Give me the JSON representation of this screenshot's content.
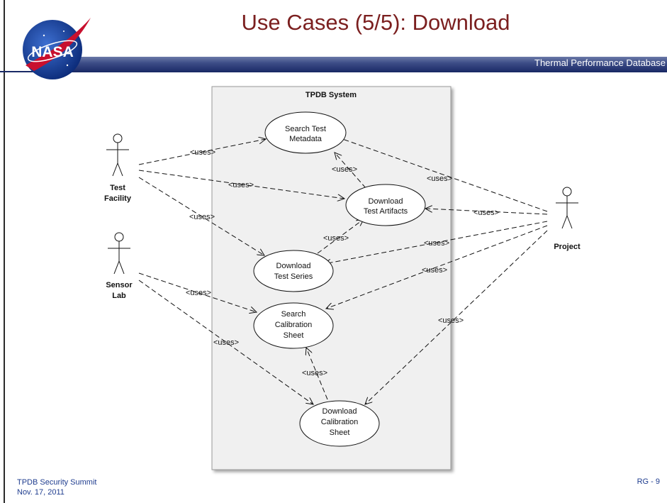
{
  "slide": {
    "title": "Use Cases (5/5): Download",
    "subtitle": "Thermal Performance Database",
    "logo_text": "NASA",
    "footer": {
      "event": "TPDB Security Summit",
      "date": "Nov. 17, 2011",
      "page": "RG - 9"
    },
    "colors": {
      "title": "#7b1f1f",
      "header_bar": "#2e3d78",
      "footer_text": "#1f3d8f"
    }
  },
  "diagram": {
    "system_label": "TPDB System",
    "actors": [
      {
        "id": "test_facility",
        "lines": [
          "Test",
          "Facility"
        ]
      },
      {
        "id": "sensor_lab",
        "lines": [
          "Sensor",
          "Lab"
        ]
      },
      {
        "id": "project",
        "lines": [
          "Project"
        ]
      }
    ],
    "use_cases": [
      {
        "id": "search_test_metadata",
        "lines": [
          "Search Test",
          "Metadata"
        ]
      },
      {
        "id": "download_test_artifacts",
        "lines": [
          "Download",
          "Test Artifacts"
        ]
      },
      {
        "id": "download_test_series",
        "lines": [
          "Download",
          "Test Series"
        ]
      },
      {
        "id": "search_calibration_sheet",
        "lines": [
          "Search",
          "Calibration",
          "Sheet"
        ]
      },
      {
        "id": "download_calibration_sheet",
        "lines": [
          "Download",
          "Calibration",
          "Sheet"
        ]
      }
    ],
    "relation_label": "<uses>",
    "relations": [
      {
        "from": "test_facility",
        "to": "search_test_metadata"
      },
      {
        "from": "test_facility",
        "to": "download_test_artifacts"
      },
      {
        "from": "test_facility",
        "to": "download_test_series"
      },
      {
        "from": "download_test_artifacts",
        "to": "search_test_metadata"
      },
      {
        "from": "download_test_series",
        "to": "download_test_artifacts"
      },
      {
        "from": "project",
        "to": "search_test_metadata"
      },
      {
        "from": "project",
        "to": "download_test_artifacts"
      },
      {
        "from": "project",
        "to": "download_test_series"
      },
      {
        "from": "project",
        "to": "search_calibration_sheet"
      },
      {
        "from": "project",
        "to": "download_calibration_sheet"
      },
      {
        "from": "sensor_lab",
        "to": "search_calibration_sheet"
      },
      {
        "from": "sensor_lab",
        "to": "download_calibration_sheet"
      },
      {
        "from": "download_calibration_sheet",
        "to": "search_calibration_sheet"
      }
    ]
  }
}
